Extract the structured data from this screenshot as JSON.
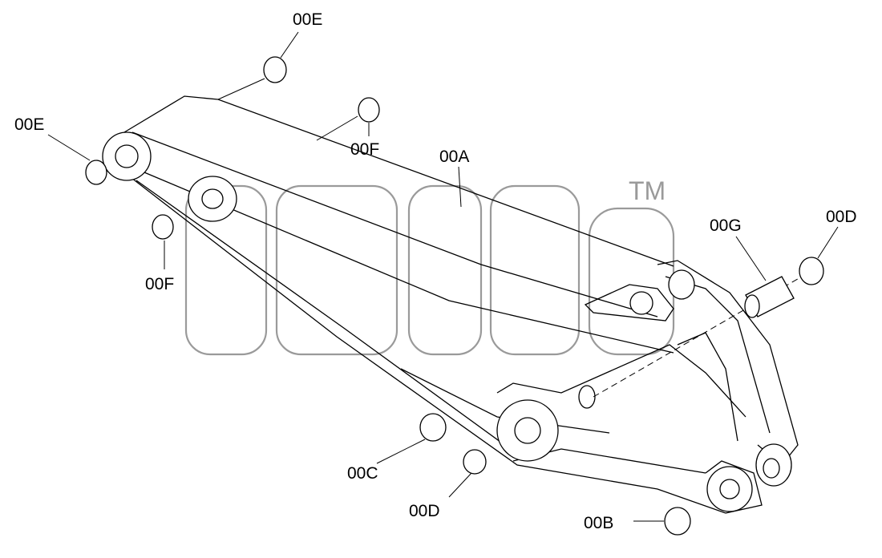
{
  "labels": {
    "e_top": "00E",
    "e_left": "00E",
    "f_top": "00F",
    "f_left": "00F",
    "a": "00A",
    "g": "00G",
    "d_right": "00D",
    "c": "00C",
    "d_bottom": "00D",
    "b": "00B"
  },
  "watermark": {
    "trademark": "TM"
  },
  "colors": {
    "line": "#000000",
    "watermark": "#9a9a9a",
    "background": "#ffffff"
  }
}
